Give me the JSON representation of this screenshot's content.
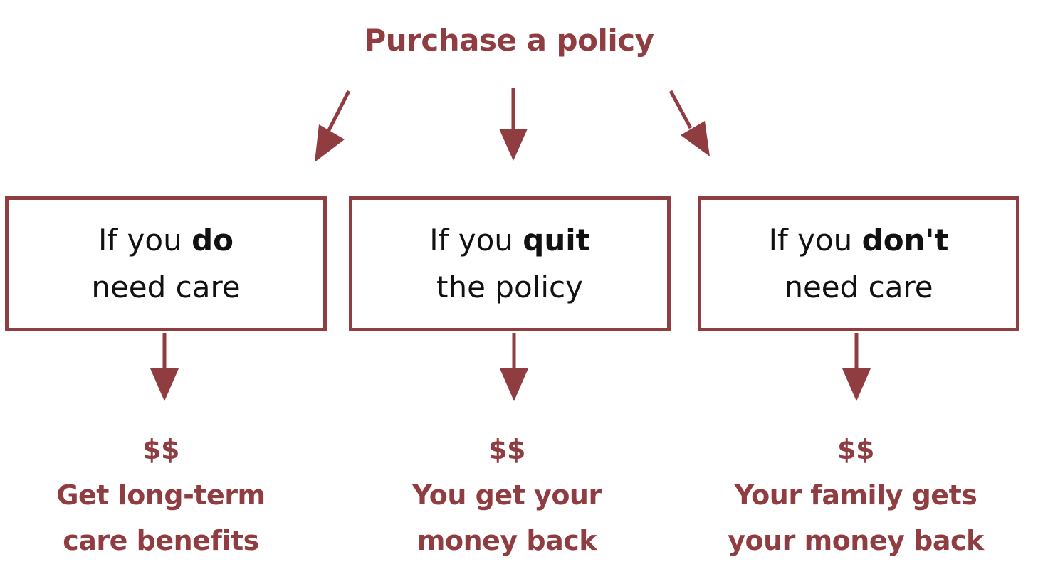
{
  "title": "Purchase a policy",
  "colors": {
    "accent": "#8f3d41",
    "text": "#111111",
    "background": "#ffffff"
  },
  "branches": [
    {
      "box": {
        "prefix": "If you",
        "emphasis": "do",
        "line2": "need care"
      },
      "outcome": {
        "amount": "$$",
        "line1": "Get long-term",
        "line2": "care benefits"
      }
    },
    {
      "box": {
        "prefix": "If you",
        "emphasis": "quit",
        "line2": "the policy"
      },
      "outcome": {
        "amount": "$$",
        "line1": "You get your",
        "line2": "money back"
      }
    },
    {
      "box": {
        "prefix": "If you",
        "emphasis": "don't",
        "line2": "need care"
      },
      "outcome": {
        "amount": "$$",
        "line1": "Your family gets",
        "line2": "your money back"
      }
    }
  ]
}
